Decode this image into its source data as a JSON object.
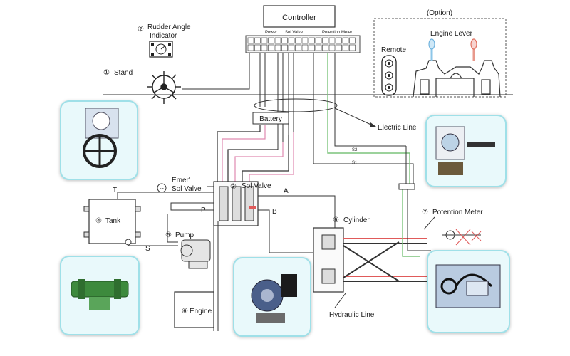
{
  "controller": {
    "title": "Controller",
    "terminals": [
      "Power",
      "Sol Valve",
      "Potention Meter"
    ]
  },
  "option": {
    "title": "(Option)",
    "remote_label": "Remote",
    "engine_lever_label": "Engine Lever"
  },
  "components": {
    "stand": {
      "num": "①",
      "label": "Stand"
    },
    "rudder_indicator": {
      "num": "②",
      "label_line1": "Rudder Angle",
      "label_line2": "Indicator"
    },
    "sol_valve": {
      "num": "③",
      "label": "Sol Valve"
    },
    "tank": {
      "num": "④",
      "label": "Tank"
    },
    "pump": {
      "num": "⑤",
      "label": "Pump"
    },
    "engine": {
      "num": "⑥",
      "label": "Engine"
    },
    "cylinder": {
      "num": "⑥",
      "label": "Cylinder"
    },
    "potention_meter": {
      "num": "⑦",
      "label": "Potention Meter"
    },
    "emer_valve": {
      "label_line1": "Emer'",
      "label_line2": "Sol Valve"
    }
  },
  "labels": {
    "battery": "Battery",
    "electric_line": "Electric Line",
    "hydraulic_line": "Hydraulic Line",
    "port_a": "A",
    "port_b": "B",
    "port_p": "P",
    "port_t": "T",
    "port_s": "S",
    "s1": "S1",
    "s2": "S2"
  },
  "colors": {
    "electric_pink": "#e08ab0",
    "electric_green": "#7cc47c",
    "hydraulic_red": "#e05a5a",
    "card_border": "#9fe0e8",
    "card_fill": "#e9f9fb"
  }
}
